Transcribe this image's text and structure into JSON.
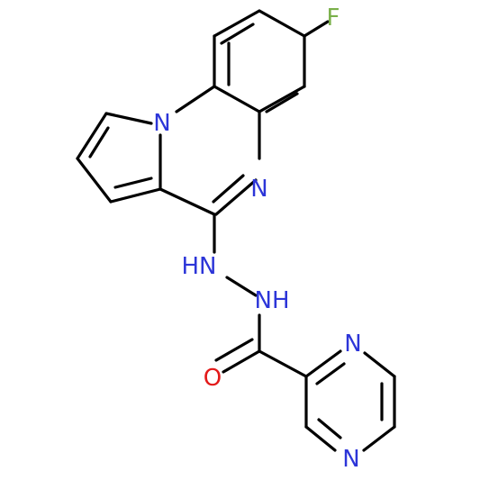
{
  "molecule": {
    "atoms": {
      "F": {
        "symbol": "F",
        "color": "#7ab04a"
      },
      "N1": {
        "symbol": "N",
        "color": "#2c35d8"
      },
      "N2": {
        "symbol": "N",
        "color": "#2c35d8"
      },
      "NH1": {
        "symbol": "HN",
        "color": "#2c35d8"
      },
      "NH2": {
        "symbol": "NH",
        "color": "#2c35d8"
      },
      "O": {
        "symbol": "O",
        "color": "#e31a1a"
      },
      "N3": {
        "symbol": "N",
        "color": "#2c35d8"
      },
      "N4": {
        "symbol": "N",
        "color": "#2c35d8"
      }
    },
    "bond_color": "#000000"
  }
}
